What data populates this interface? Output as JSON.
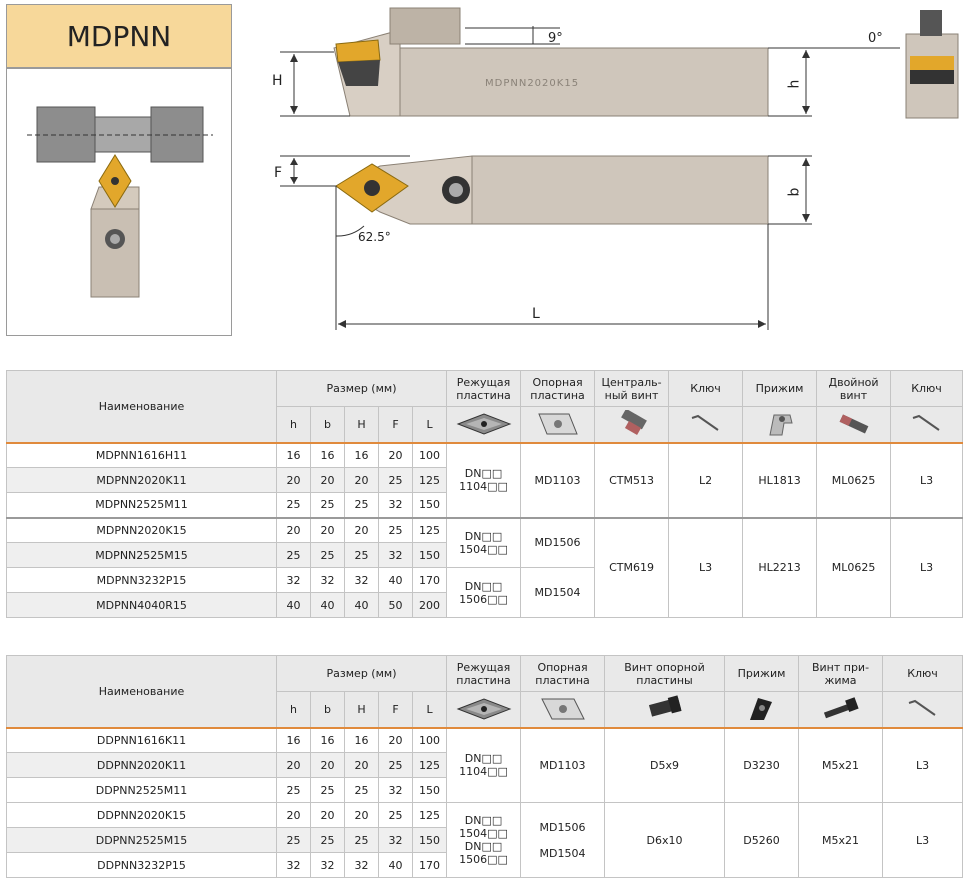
{
  "header": {
    "title": "MDPNN"
  },
  "drawing": {
    "angle_top": "9°",
    "angle_end": "0°",
    "angle_lead": "62.5°",
    "dim_H": "H",
    "dim_h": "h",
    "dim_F": "F",
    "dim_b": "b",
    "dim_L": "L",
    "engraving": "MDPNN2020K15"
  },
  "table1": {
    "headers": {
      "name": "Наименование",
      "size": "Размер (мм)",
      "insert": [
        "Режущая",
        "пластина"
      ],
      "shim": [
        "Опорная",
        "пластина"
      ],
      "central_screw": [
        "Централь-",
        "ный винт"
      ],
      "key1": "Ключ",
      "clamp": "Прижим",
      "double_screw": [
        "Двойной",
        "винт"
      ],
      "key2": "Ключ",
      "cols": [
        "h",
        "b",
        "H",
        "F",
        "L"
      ]
    },
    "rows": [
      {
        "name": "MDPNN1616H11",
        "h": "16",
        "b": "16",
        "H": "16",
        "F": "20",
        "L": "100"
      },
      {
        "name": "MDPNN2020K11",
        "h": "20",
        "b": "20",
        "H": "20",
        "F": "25",
        "L": "125"
      },
      {
        "name": "MDPNN2525M11",
        "h": "25",
        "b": "25",
        "H": "25",
        "F": "32",
        "L": "150"
      },
      {
        "name": "MDPNN2020K15",
        "h": "20",
        "b": "20",
        "H": "20",
        "F": "25",
        "L": "125"
      },
      {
        "name": "MDPNN2525M15",
        "h": "25",
        "b": "25",
        "H": "25",
        "F": "32",
        "L": "150"
      },
      {
        "name": "MDPNN3232P15",
        "h": "32",
        "b": "32",
        "H": "32",
        "F": "40",
        "L": "170"
      },
      {
        "name": "MDPNN4040R15",
        "h": "40",
        "b": "40",
        "H": "40",
        "F": "50",
        "L": "200"
      }
    ],
    "group1": {
      "insert": [
        "DN□□",
        "1104□□"
      ],
      "shim": "MD1103",
      "screw": "CTM513",
      "key1": "L2",
      "clamp": "HL1813",
      "double": "ML0625",
      "key2": "L3"
    },
    "group2": {
      "insert_a": [
        "DN□□",
        "1504□□"
      ],
      "insert_b": [
        "DN□□",
        "1506□□"
      ],
      "shim_a": "MD1506",
      "shim_b": "MD1504",
      "screw": "CTM619",
      "key1": "L3",
      "clamp": "HL2213",
      "double": "ML0625",
      "key2": "L3"
    }
  },
  "table2": {
    "headers": {
      "name": "Наименование",
      "size": "Размер (мм)",
      "insert": [
        "Режущая",
        "пластина"
      ],
      "shim": [
        "Опорная",
        "пластина"
      ],
      "shim_screw": [
        "Винт опорной",
        "пластины"
      ],
      "clamp": "Прижим",
      "clamp_screw": [
        "Винт при-",
        "жима"
      ],
      "key": "Ключ",
      "cols": [
        "h",
        "b",
        "H",
        "F",
        "L"
      ]
    },
    "rows": [
      {
        "name": "DDPNN1616K11",
        "h": "16",
        "b": "16",
        "H": "16",
        "F": "20",
        "L": "100"
      },
      {
        "name": "DDPNN2020K11",
        "h": "20",
        "b": "20",
        "H": "20",
        "F": "25",
        "L": "125"
      },
      {
        "name": "DDPNN2525M11",
        "h": "25",
        "b": "25",
        "H": "25",
        "F": "32",
        "L": "150"
      },
      {
        "name": "DDPNN2020K15",
        "h": "20",
        "b": "20",
        "H": "20",
        "F": "25",
        "L": "125"
      },
      {
        "name": "DDPNN2525M15",
        "h": "25",
        "b": "25",
        "H": "25",
        "F": "32",
        "L": "150"
      },
      {
        "name": "DDPNN3232P15",
        "h": "32",
        "b": "32",
        "H": "32",
        "F": "40",
        "L": "170"
      }
    ],
    "group1": {
      "insert": [
        "DN□□",
        "1104□□"
      ],
      "shim": "MD1103",
      "shim_screw": "D5x9",
      "clamp": "D3230",
      "clamp_screw": "M5x21",
      "key": "L3"
    },
    "group2": {
      "insert_a": [
        "DN□□",
        "1504□□"
      ],
      "insert_b": [
        "DN□□",
        "1506□□"
      ],
      "shim_a": "MD1506",
      "shim_b": "MD1504",
      "shim_screw": "D6x10",
      "clamp": "D5260",
      "clamp_screw": "M5x21",
      "key": "L3"
    }
  },
  "colors": {
    "accent": "#e08a3c",
    "title_bg": "#f7d89a",
    "header_bg": "#e9e9e9",
    "insert": "#e2a72b"
  }
}
